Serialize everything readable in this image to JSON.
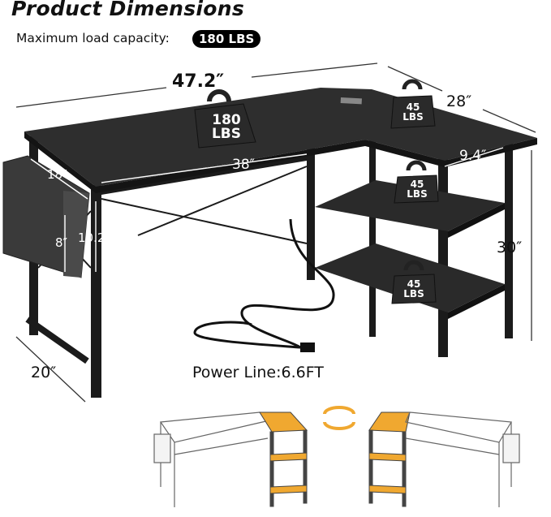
{
  "title": "Product Dimensions",
  "subtitle": "Maximum load capacity:",
  "badge": "180 LBS",
  "dimensions": {
    "width": "47.2″",
    "return_depth": "28″",
    "inner_length": "38″",
    "shelf_width": "9.4″",
    "bag_width": "18″",
    "bag_height": "8″",
    "bag_total": "10.2",
    "height": "30″",
    "depth": "20″"
  },
  "power_line": "Power Line:6.6FT",
  "weights": [
    {
      "num": "180",
      "unit": "LBS"
    },
    {
      "num": "45",
      "unit": "LBS"
    },
    {
      "num": "45",
      "unit": "LBS"
    },
    {
      "num": "45",
      "unit": "LBS"
    }
  ],
  "colors": {
    "desk": "#2b2b2b",
    "frame": "#1a1a1a",
    "accent": "#f0a830"
  }
}
